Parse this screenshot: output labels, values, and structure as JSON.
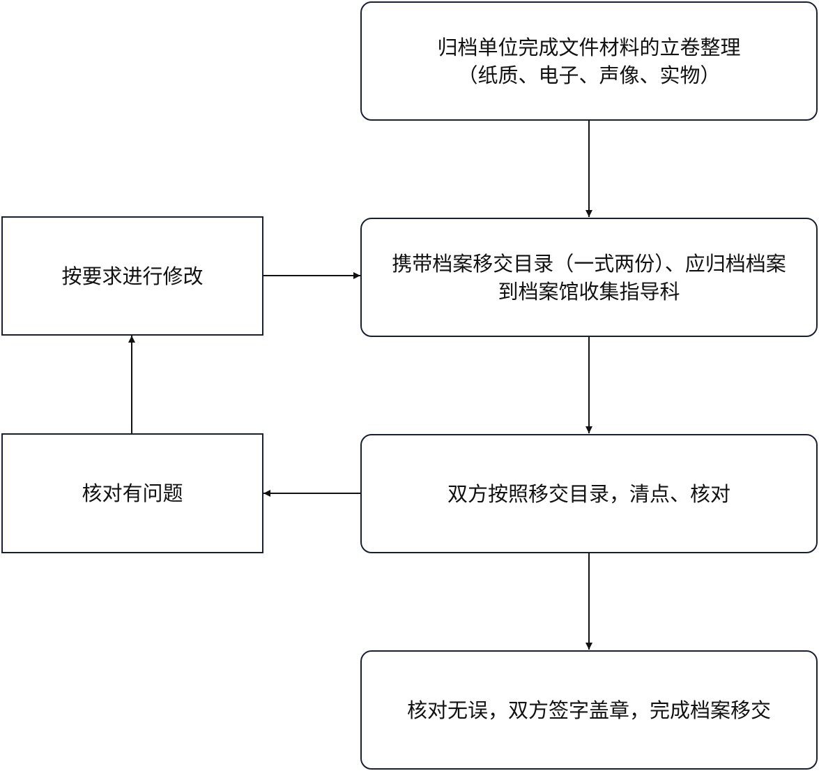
{
  "nodes": {
    "step1": {
      "line1": "归档单位完成文件材料的立卷整理",
      "line2": "（纸质、电子、声像、实物）"
    },
    "step2": {
      "line1": "携带档案移交目录（一式两份）、应归档档案",
      "line2": "到档案馆收集指导科"
    },
    "step3": {
      "line1": "双方按照移交目录，清点、核对"
    },
    "step4": {
      "line1": "核对无误，双方签字盖章，完成档案移交"
    },
    "issue": {
      "line1": "核对有问题"
    },
    "revise": {
      "line1": "按要求进行修改"
    }
  },
  "edges": [
    {
      "from": "step1",
      "to": "step2"
    },
    {
      "from": "step2",
      "to": "step3"
    },
    {
      "from": "step3",
      "to": "step4"
    },
    {
      "from": "step3",
      "to": "issue"
    },
    {
      "from": "issue",
      "to": "revise"
    },
    {
      "from": "revise",
      "to": "step2"
    }
  ],
  "colors": {
    "border": "#1a1e33",
    "arrow": "#111111",
    "background": "#ffffff"
  }
}
